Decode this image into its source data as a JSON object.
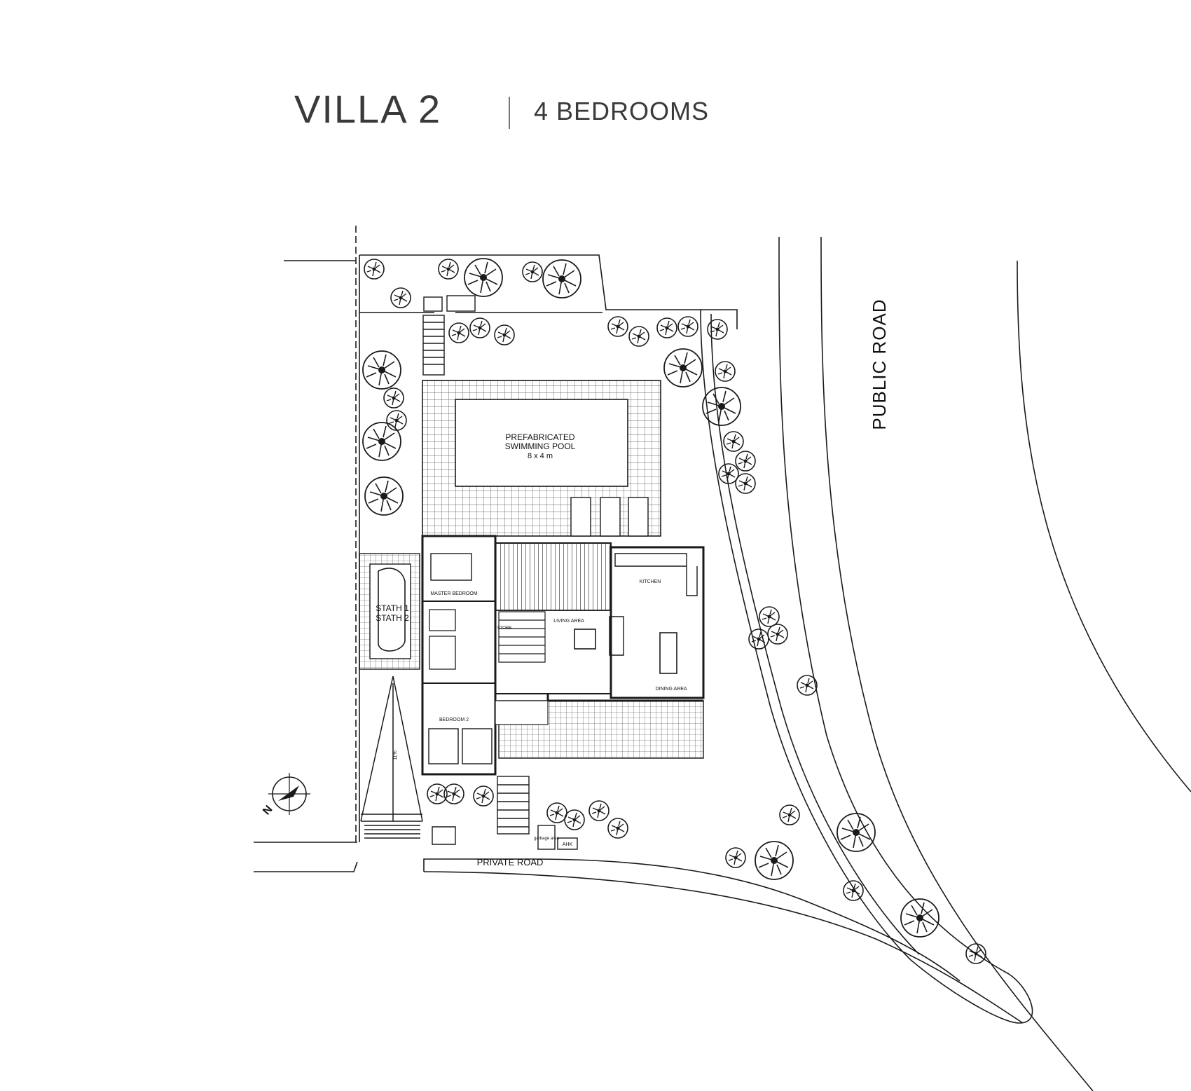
{
  "header": {
    "title": "VILLA 2",
    "subtitle": "4 BEDROOMS"
  },
  "plan": {
    "road_public": "PUBLIC ROAD",
    "road_private": "PRIVATE ROAD",
    "pool_line1": "PREFABRICATED",
    "pool_line2": "SWIMMING POOL",
    "pool_size": "8 x 4 m",
    "kitchen": "KITCHEN",
    "living": "LIVING AREA",
    "dining": "DINING AREA",
    "master": "MASTER BEDROOM",
    "bedroom2": "BEDROOM 2",
    "store": "STORE",
    "ramp_slope": "11%",
    "parking_1": "STATH 1",
    "parking_2": "STATH 2",
    "garbage": "garbage area",
    "ahk": "AHK",
    "compass_n": "N"
  },
  "colors": {
    "line": "#1a1a1a",
    "text": "#3a3a3a",
    "background": "#ffffff"
  }
}
